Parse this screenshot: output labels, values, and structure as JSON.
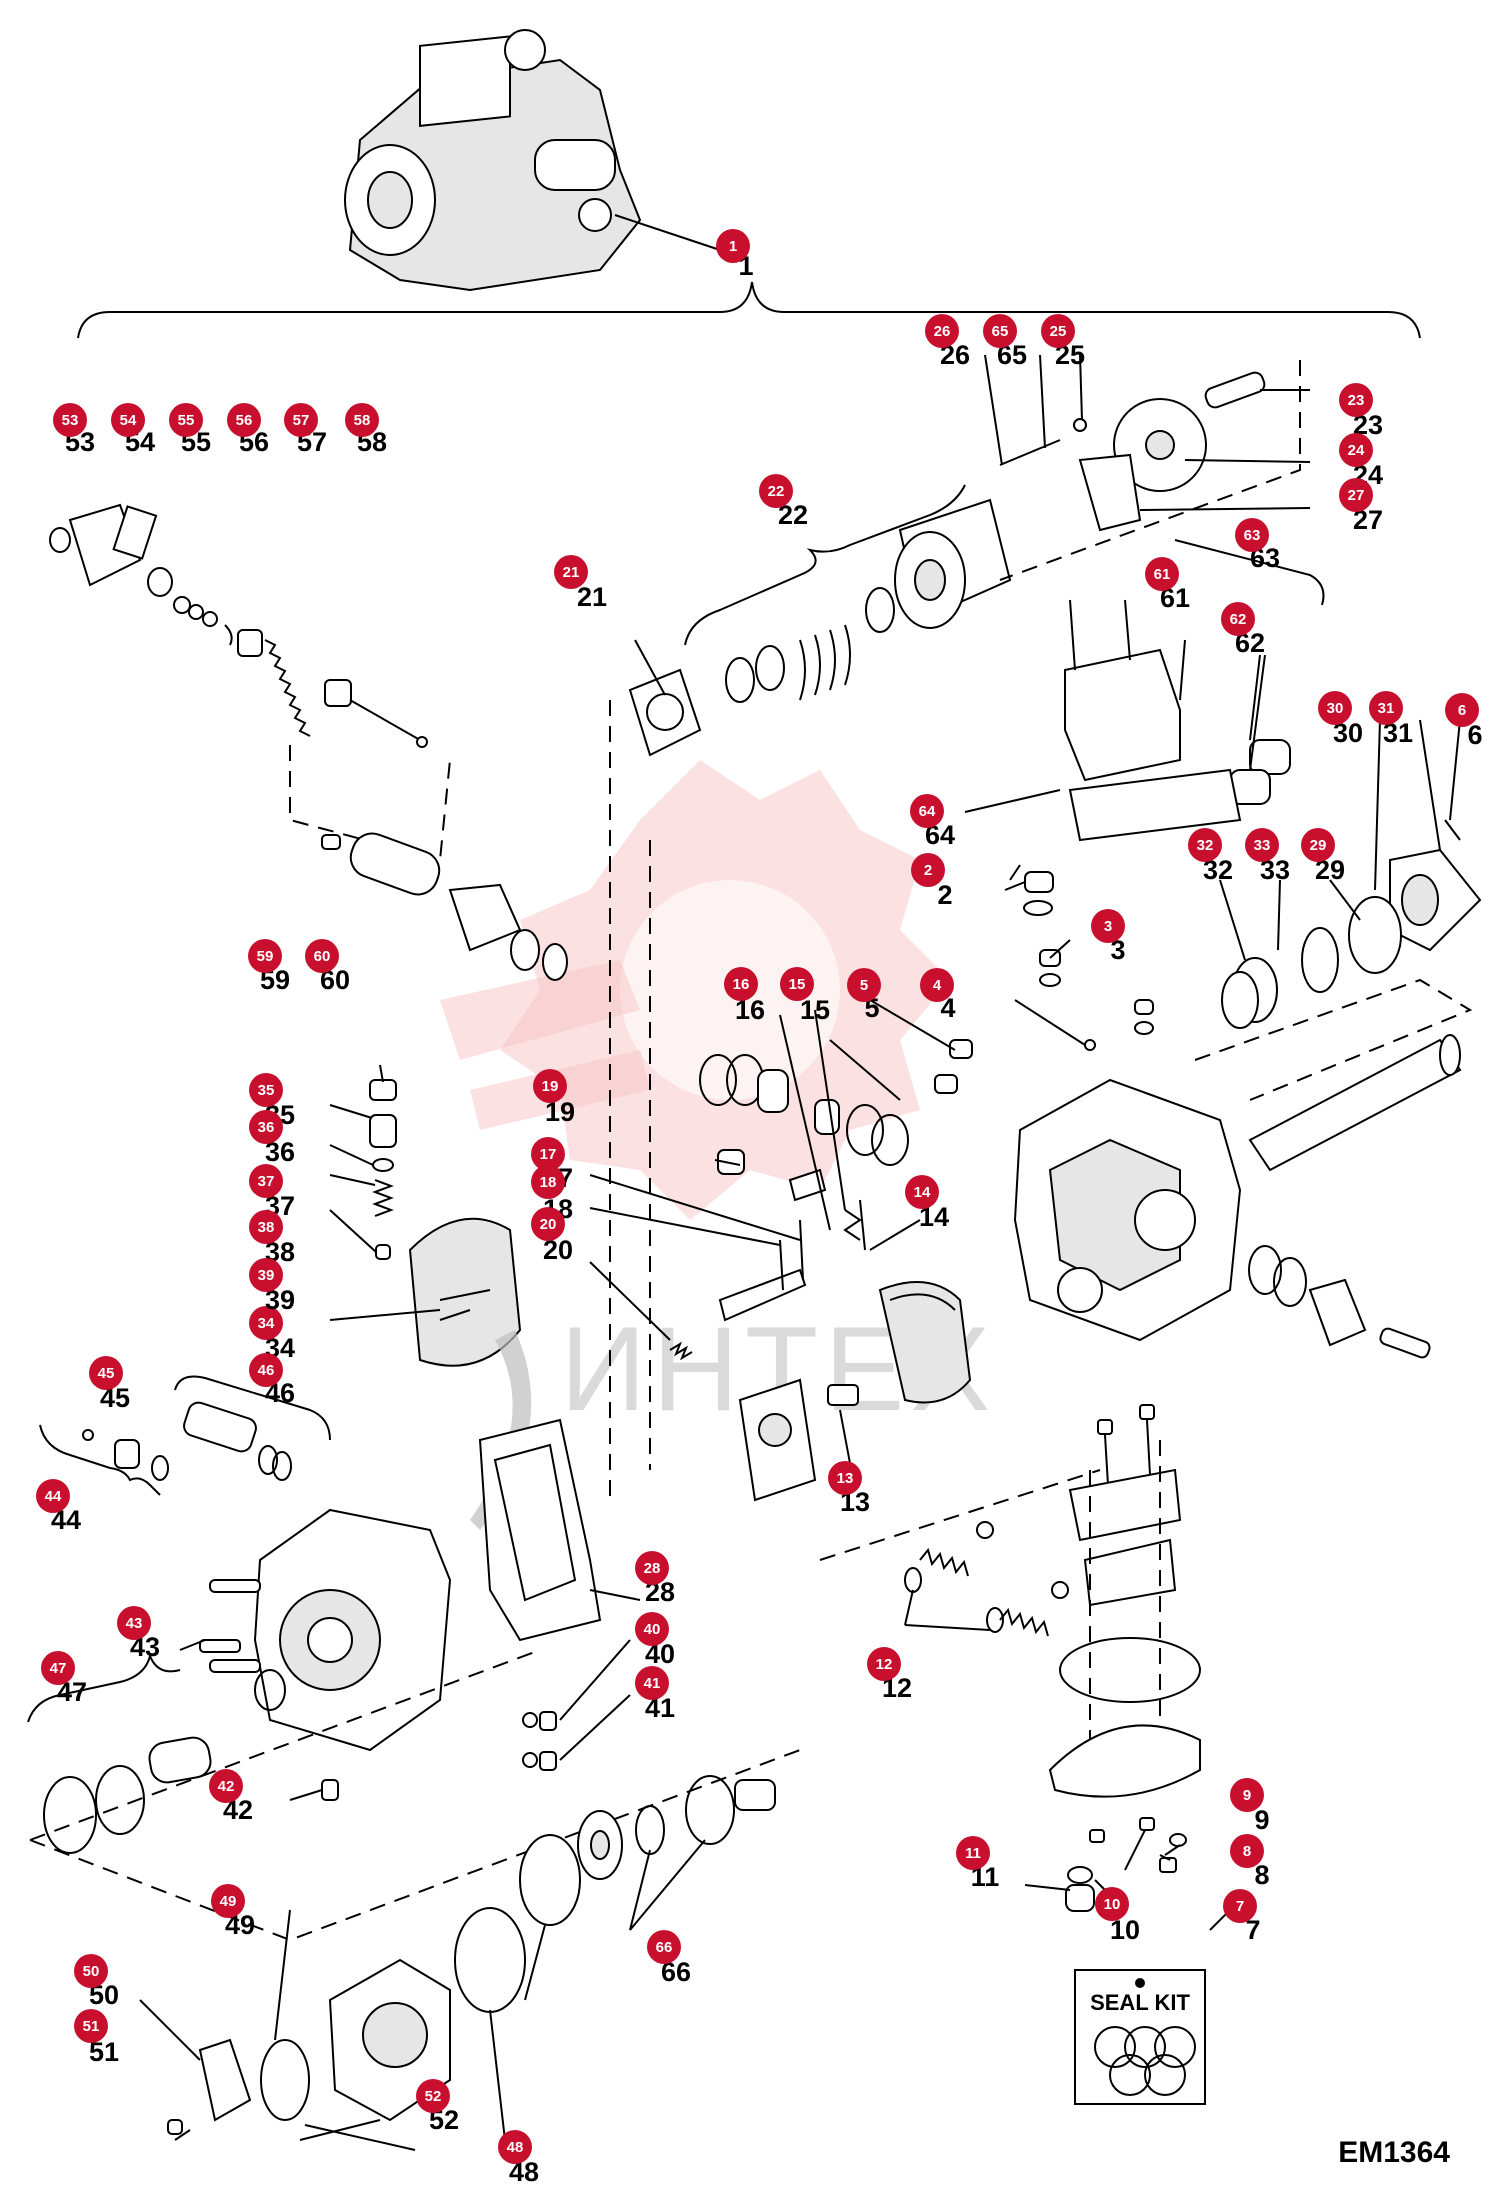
{
  "diagram": {
    "reference_code": "EM1364",
    "seal_kit_label": "SEAL KIT",
    "watermark_text": "ИНТЕХ",
    "badge_color": "#c8102e",
    "watermark_color": "#f7c9c9"
  },
  "parts": [
    {
      "num": "1"
    },
    {
      "num": "2"
    },
    {
      "num": "3"
    },
    {
      "num": "4"
    },
    {
      "num": "5"
    },
    {
      "num": "6"
    },
    {
      "num": "7"
    },
    {
      "num": "8"
    },
    {
      "num": "9"
    },
    {
      "num": "10"
    },
    {
      "num": "11"
    },
    {
      "num": "12"
    },
    {
      "num": "13"
    },
    {
      "num": "14"
    },
    {
      "num": "15"
    },
    {
      "num": "16"
    },
    {
      "num": "17"
    },
    {
      "num": "18"
    },
    {
      "num": "19"
    },
    {
      "num": "20"
    },
    {
      "num": "21"
    },
    {
      "num": "22"
    },
    {
      "num": "23"
    },
    {
      "num": "24"
    },
    {
      "num": "25"
    },
    {
      "num": "26"
    },
    {
      "num": "27"
    },
    {
      "num": "28"
    },
    {
      "num": "29"
    },
    {
      "num": "30"
    },
    {
      "num": "31"
    },
    {
      "num": "32"
    },
    {
      "num": "33"
    },
    {
      "num": "34"
    },
    {
      "num": "35"
    },
    {
      "num": "36"
    },
    {
      "num": "37"
    },
    {
      "num": "38"
    },
    {
      "num": "39"
    },
    {
      "num": "40"
    },
    {
      "num": "41"
    },
    {
      "num": "42"
    },
    {
      "num": "43"
    },
    {
      "num": "44"
    },
    {
      "num": "45"
    },
    {
      "num": "46"
    },
    {
      "num": "47"
    },
    {
      "num": "48"
    },
    {
      "num": "49"
    },
    {
      "num": "50"
    },
    {
      "num": "51"
    },
    {
      "num": "52"
    },
    {
      "num": "53"
    },
    {
      "num": "54"
    },
    {
      "num": "55"
    },
    {
      "num": "56"
    },
    {
      "num": "57"
    },
    {
      "num": "58"
    },
    {
      "num": "59"
    },
    {
      "num": "60"
    },
    {
      "num": "61"
    },
    {
      "num": "62"
    },
    {
      "num": "63"
    },
    {
      "num": "64"
    },
    {
      "num": "65"
    },
    {
      "num": "66"
    }
  ]
}
